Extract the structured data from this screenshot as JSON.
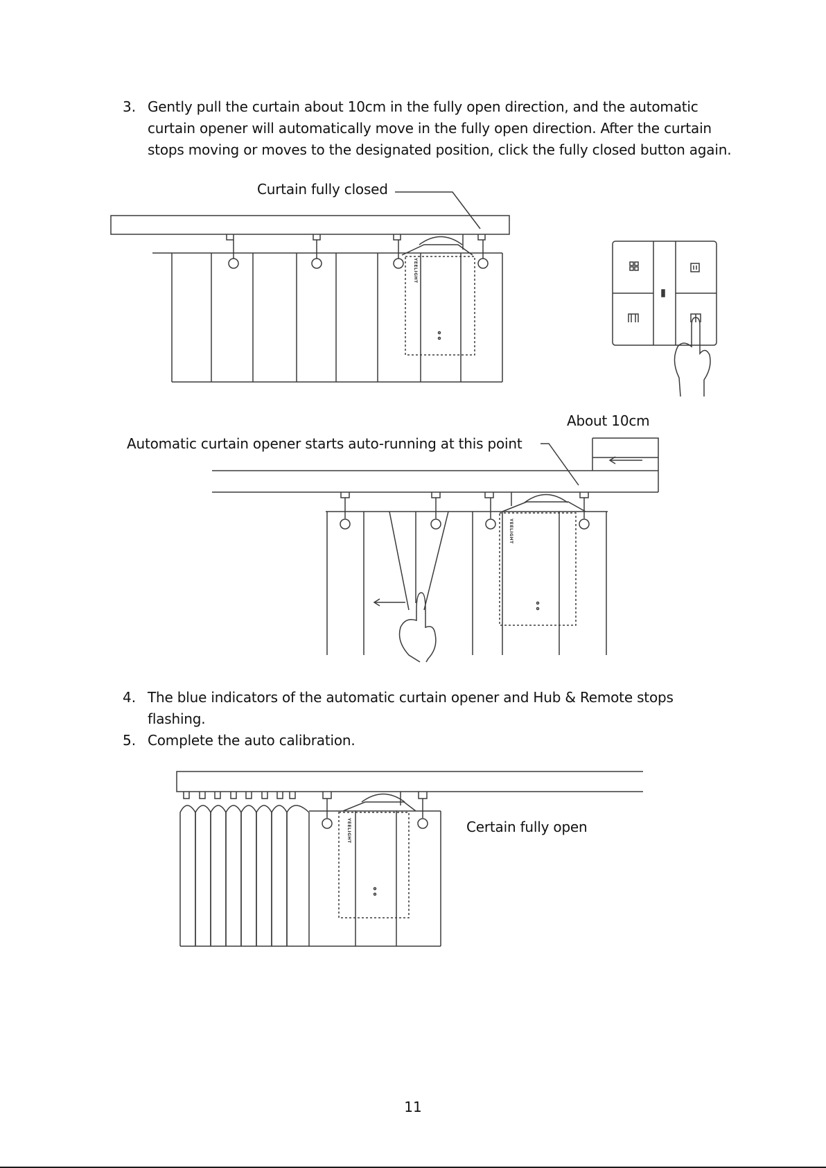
{
  "steps": [
    {
      "number": "3.",
      "lines": [
        "Gently pull the curtain about 10cm in the fully open direction, and the automatic",
        "curtain opener will automatically move in the fully open direction. After the curtain",
        "stops moving or moves to the designated position, click the fully closed button again."
      ]
    },
    {
      "number": "4.",
      "lines": [
        "The blue indicators of the automatic curtain opener and Hub & Remote stops",
        "flashing."
      ]
    },
    {
      "number": "5.",
      "lines": [
        "Complete the auto calibration."
      ]
    }
  ],
  "figures": {
    "closed": {
      "label": "Curtain fully closed",
      "brand": "YEELIGHT"
    },
    "pull": {
      "label_start": "Automatic curtain opener starts auto-running at this point",
      "label_distance": "About 10cm",
      "brand": "YEELIGHT"
    },
    "open": {
      "label": "Certain fully open",
      "brand": "YEELIGHT"
    }
  },
  "page_number": "11",
  "colors": {
    "text": "#111111",
    "line": "#3a3a3a",
    "background": "#ffffff"
  }
}
